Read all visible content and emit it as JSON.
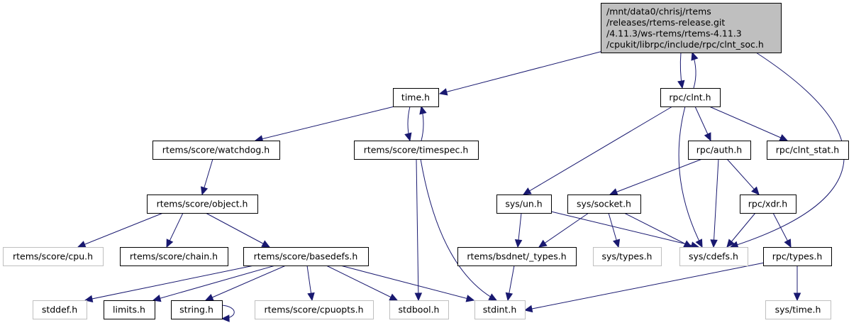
{
  "diagram": {
    "type": "include-dependency-graph",
    "colors": {
      "edge": "#191970",
      "root_fill": "#bfbfbf",
      "documented_border": "#000000",
      "undocumented_border": "#bfbfbf",
      "node_fill": "#ffffff"
    },
    "nodes": [
      {
        "id": "root",
        "lines": [
          "/mnt/data0/chrisj/rtems",
          "/releases/rtems-release.git",
          "/4.11.3/ws-rtems/rtems-4.11.3",
          "/cpukit/librpc/include/rpc/clnt_soc.h"
        ],
        "kind": "root"
      },
      {
        "id": "time_h",
        "lines": [
          "time.h"
        ],
        "kind": "documented"
      },
      {
        "id": "rpc_clnt_h",
        "lines": [
          "rpc/clnt.h"
        ],
        "kind": "documented"
      },
      {
        "id": "watchdog_h",
        "lines": [
          "rtems/score/watchdog.h"
        ],
        "kind": "documented"
      },
      {
        "id": "timespec_h",
        "lines": [
          "rtems/score/timespec.h"
        ],
        "kind": "documented"
      },
      {
        "id": "rpc_auth_h",
        "lines": [
          "rpc/auth.h"
        ],
        "kind": "documented"
      },
      {
        "id": "rpc_clnt_stat_h",
        "lines": [
          "rpc/clnt_stat.h"
        ],
        "kind": "documented"
      },
      {
        "id": "object_h",
        "lines": [
          "rtems/score/object.h"
        ],
        "kind": "documented"
      },
      {
        "id": "sys_un_h",
        "lines": [
          "sys/un.h"
        ],
        "kind": "documented"
      },
      {
        "id": "sys_socket_h",
        "lines": [
          "sys/socket.h"
        ],
        "kind": "documented"
      },
      {
        "id": "rpc_xdr_h",
        "lines": [
          "rpc/xdr.h"
        ],
        "kind": "documented"
      },
      {
        "id": "cpu_h",
        "lines": [
          "rtems/score/cpu.h"
        ],
        "kind": "external"
      },
      {
        "id": "chain_h",
        "lines": [
          "rtems/score/chain.h"
        ],
        "kind": "documented"
      },
      {
        "id": "basedefs_h",
        "lines": [
          "rtems/score/basedefs.h"
        ],
        "kind": "documented"
      },
      {
        "id": "bsdnet_types_h",
        "lines": [
          "rtems/bsdnet/_types.h"
        ],
        "kind": "documented"
      },
      {
        "id": "sys_types_h",
        "lines": [
          "sys/types.h"
        ],
        "kind": "external"
      },
      {
        "id": "sys_cdefs_h",
        "lines": [
          "sys/cdefs.h"
        ],
        "kind": "external"
      },
      {
        "id": "rpc_types_h",
        "lines": [
          "rpc/types.h"
        ],
        "kind": "documented"
      },
      {
        "id": "stddef_h",
        "lines": [
          "stddef.h"
        ],
        "kind": "external"
      },
      {
        "id": "limits_h",
        "lines": [
          "limits.h"
        ],
        "kind": "documented"
      },
      {
        "id": "string_h",
        "lines": [
          "string.h"
        ],
        "kind": "documented"
      },
      {
        "id": "cpuopts_h",
        "lines": [
          "rtems/score/cpuopts.h"
        ],
        "kind": "external"
      },
      {
        "id": "stdbool_h",
        "lines": [
          "stdbool.h"
        ],
        "kind": "external"
      },
      {
        "id": "stdint_h",
        "lines": [
          "stdint.h"
        ],
        "kind": "external"
      },
      {
        "id": "sys_time_h",
        "lines": [
          "sys/time.h"
        ],
        "kind": "external"
      }
    ],
    "edges": [
      {
        "from": "root",
        "to": "time_h"
      },
      {
        "from": "root",
        "to": "rpc_clnt_h"
      },
      {
        "from": "root",
        "to": "sys_cdefs_h"
      },
      {
        "from": "time_h",
        "to": "watchdog_h"
      },
      {
        "from": "time_h",
        "to": "timespec_h"
      },
      {
        "from": "timespec_h",
        "to": "time_h"
      },
      {
        "from": "timespec_h",
        "to": "stdbool_h"
      },
      {
        "from": "timespec_h",
        "to": "stdint_h"
      },
      {
        "from": "rpc_clnt_h",
        "to": "root"
      },
      {
        "from": "rpc_clnt_h",
        "to": "rpc_auth_h"
      },
      {
        "from": "rpc_clnt_h",
        "to": "rpc_clnt_stat_h"
      },
      {
        "from": "rpc_clnt_h",
        "to": "sys_un_h"
      },
      {
        "from": "rpc_clnt_h",
        "to": "sys_cdefs_h"
      },
      {
        "from": "watchdog_h",
        "to": "object_h"
      },
      {
        "from": "object_h",
        "to": "cpu_h"
      },
      {
        "from": "object_h",
        "to": "chain_h"
      },
      {
        "from": "object_h",
        "to": "basedefs_h"
      },
      {
        "from": "basedefs_h",
        "to": "stddef_h"
      },
      {
        "from": "basedefs_h",
        "to": "limits_h"
      },
      {
        "from": "basedefs_h",
        "to": "string_h"
      },
      {
        "from": "basedefs_h",
        "to": "cpuopts_h"
      },
      {
        "from": "basedefs_h",
        "to": "stdbool_h"
      },
      {
        "from": "basedefs_h",
        "to": "stdint_h"
      },
      {
        "from": "string_h",
        "to": "string_h"
      },
      {
        "from": "rpc_auth_h",
        "to": "sys_socket_h"
      },
      {
        "from": "rpc_auth_h",
        "to": "sys_cdefs_h"
      },
      {
        "from": "rpc_auth_h",
        "to": "rpc_xdr_h"
      },
      {
        "from": "sys_un_h",
        "to": "bsdnet_types_h"
      },
      {
        "from": "sys_un_h",
        "to": "sys_cdefs_h"
      },
      {
        "from": "sys_socket_h",
        "to": "bsdnet_types_h"
      },
      {
        "from": "sys_socket_h",
        "to": "sys_types_h"
      },
      {
        "from": "sys_socket_h",
        "to": "sys_cdefs_h"
      },
      {
        "from": "rpc_xdr_h",
        "to": "sys_cdefs_h"
      },
      {
        "from": "rpc_xdr_h",
        "to": "rpc_types_h"
      },
      {
        "from": "bsdnet_types_h",
        "to": "stdint_h"
      },
      {
        "from": "rpc_types_h",
        "to": "stdint_h"
      },
      {
        "from": "rpc_types_h",
        "to": "sys_time_h"
      }
    ]
  }
}
